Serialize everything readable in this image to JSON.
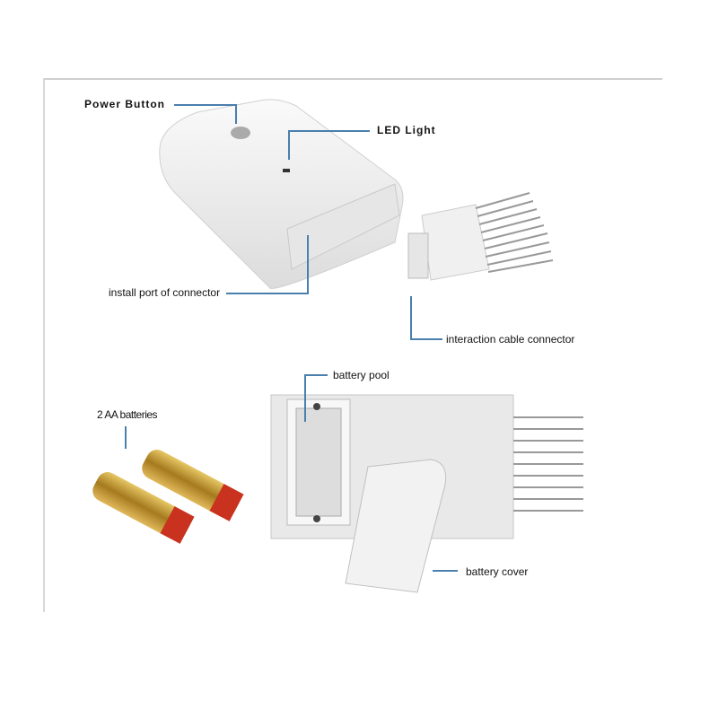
{
  "labels": {
    "power_button": "Power Button",
    "led_light": "LED Light",
    "install_port": "install port of connector",
    "cable_connector": "interaction cable connector",
    "battery_pool": "battery pool",
    "batteries": "2 AA batteries",
    "battery_cover": "battery cover"
  },
  "colors": {
    "leader_line": "#4a7fae",
    "device": "#f3f3f3",
    "battery_gold": "#c9a23a",
    "battery_red": "#c8321e"
  }
}
